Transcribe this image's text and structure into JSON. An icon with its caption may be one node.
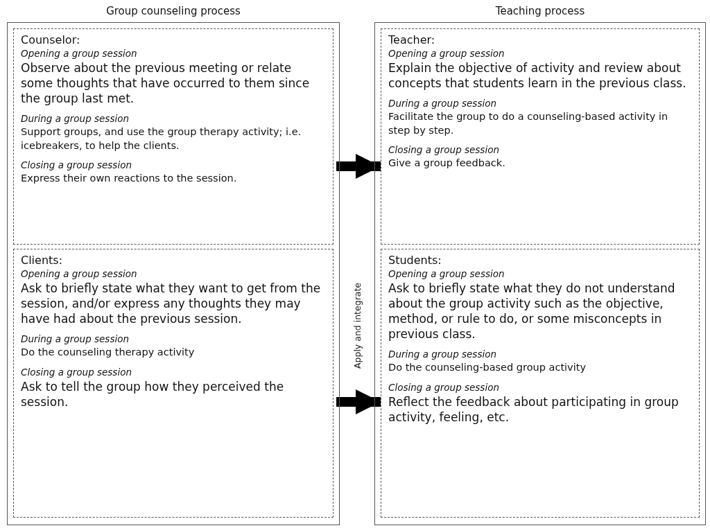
{
  "diagram": {
    "nodes": [
      {
        "text": [
          "Group counseling process"
        ]
      },
      {
        "text": [
          "Counselor:",
          "Opening a group session",
          "Observe about the previous meeting or relate some thoughts that have occurred to them since the group last met.",
          "During a group session",
          "Support groups, and use the group therapy activity; i.e. icebreakers, to help the clients.",
          "Closing a group session",
          "Express their own reactions to the session."
        ],
        "in": 0
      },
      {
        "text": [
          "Clients:",
          "Opening a group session",
          "Ask to briefly state what they want to get from the session, and/or express any thoughts they may have had about the previous session.",
          "During a group session",
          "Do the counseling therapy activity",
          "Closing a group session",
          "Ask to tell the group how they perceived the session."
        ],
        "in": 0
      },
      {
        "text": [
          "Teaching process"
        ]
      },
      {
        "text": [
          "Teacher:",
          "Opening a group session",
          "Explain the objective of activity and review about concepts that students learn in the previous class.",
          "During a group session",
          "Facilitate the group to do a counseling-based activity in step by step.",
          "Closing a group session",
          "Give a group feedback."
        ],
        "in": 3
      },
      {
        "text": [
          "Students:",
          "Opening a group session",
          "Ask to briefly state what they do not understand about the group activity such as the objective, method, or rule to do, or some misconcepts in previous class.",
          "During a group session",
          "Do the counseling-based group activity",
          "Closing a group session",
          "Reflect the feedback about participating in group activity, feeling, etc."
        ],
        "in": 3
      }
    ],
    "edges": [
      {
        "from": 1,
        "to": 4,
        "arrow": "to"
      },
      {
        "from": 2,
        "to": 5,
        "arrow": "to"
      }
    ],
    "labels": [
      "Apply and integrate"
    ]
  }
}
